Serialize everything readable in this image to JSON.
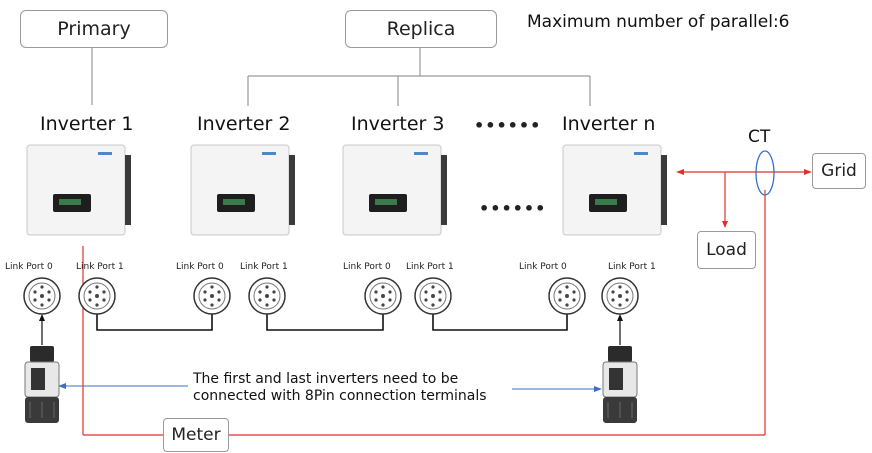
{
  "header": {
    "primary_label": "Primary",
    "replica_label": "Replica",
    "max_parallel": "Maximum number of parallel:6"
  },
  "inverters": [
    {
      "label": "Inverter 1"
    },
    {
      "label": "Inverter 2"
    },
    {
      "label": "Inverter 3"
    },
    {
      "label": "Inverter n"
    }
  ],
  "ellipsis_top": "••••••",
  "ellipsis_mid": "••••••",
  "ports": [
    {
      "label": "Link Port 0"
    },
    {
      "label": "Link Port 1"
    },
    {
      "label": "Link Port 0"
    },
    {
      "label": "Link Port 1"
    },
    {
      "label": "Link Port 0"
    },
    {
      "label": "Link Port 1"
    },
    {
      "label": "Link Port 0"
    },
    {
      "label": "Link Port 1"
    }
  ],
  "ct_label": "CT",
  "grid_label": "Grid",
  "load_label": "Load",
  "meter_label": "Meter",
  "note_line1": "The first and last inverters need to be",
  "note_line2": "connected with 8Pin connection terminals",
  "colors": {
    "red": "#e0322b",
    "blue": "#3a6fc4",
    "black": "#111111",
    "gray": "#9a9a9a"
  }
}
